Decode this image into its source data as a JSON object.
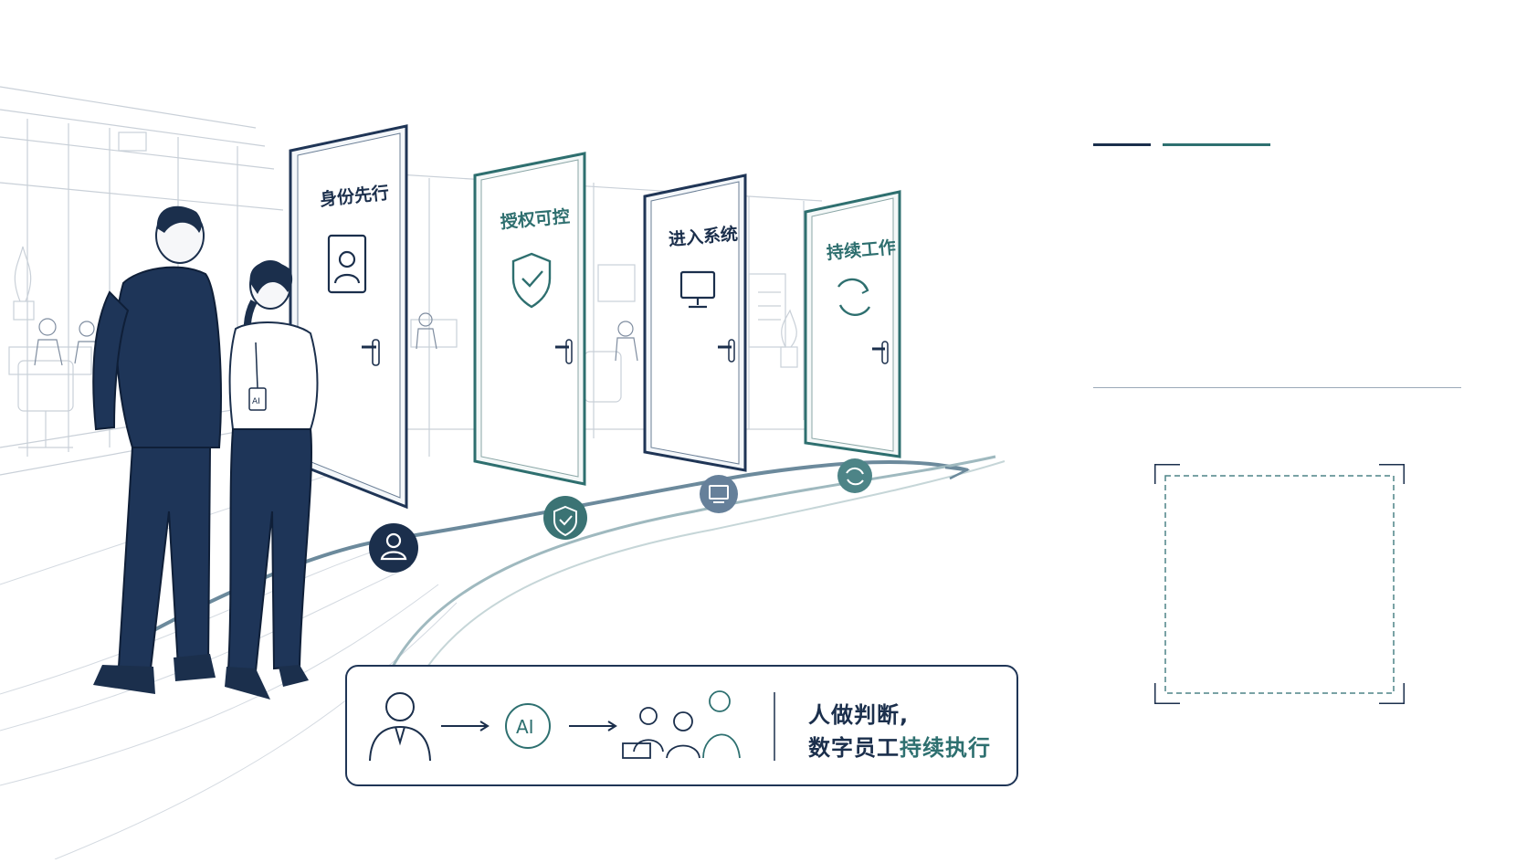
{
  "doors": [
    {
      "label": "身份先行",
      "icon": "user-icon"
    },
    {
      "label": "授权可控",
      "icon": "shield-check-icon"
    },
    {
      "label": "进入系统",
      "icon": "monitor-icon"
    },
    {
      "label": "持续工作",
      "icon": "refresh-icon"
    }
  ],
  "path_markers": [
    "user-icon",
    "shield-check-icon",
    "monitor-icon",
    "refresh-icon"
  ],
  "badge_text": "AI",
  "flow": {
    "step1": "person-icon",
    "step2_text": "AI",
    "step3": "team-icon"
  },
  "caption": {
    "line1": "人做判断,",
    "line2_plain": "数字员工",
    "line2_highlight": "持续执行"
  },
  "colors": {
    "navy": "#1b2f4c",
    "teal": "#2e7070",
    "slate": "#6b7f96",
    "line_gray": "#c7ced6"
  }
}
